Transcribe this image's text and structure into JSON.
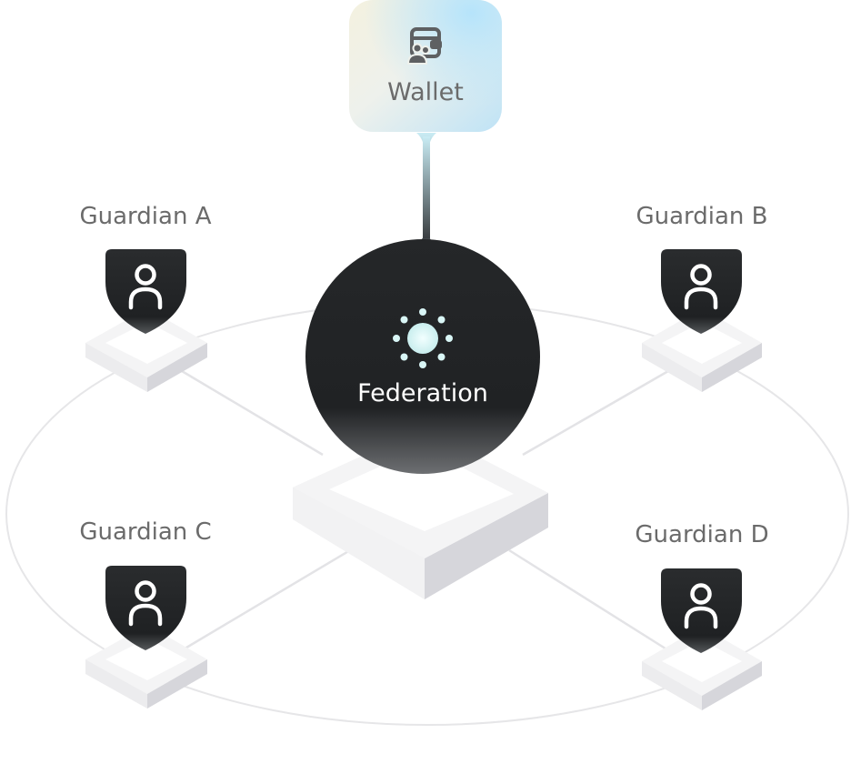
{
  "wallet": {
    "label": "Wallet",
    "icon": "wallet-users-icon"
  },
  "federation": {
    "label": "Federation",
    "icon": "sun-icon"
  },
  "guardians": [
    {
      "label": "Guardian A",
      "icon": "user-shield-icon"
    },
    {
      "label": "Guardian B",
      "icon": "user-shield-icon"
    },
    {
      "label": "Guardian C",
      "icon": "user-shield-icon"
    },
    {
      "label": "Guardian D",
      "icon": "user-shield-icon"
    }
  ],
  "colors": {
    "dark": "#222426",
    "text_gray": "#6b6b6b",
    "white": "#ffffff",
    "federation_glow": "#d9f6f6"
  }
}
